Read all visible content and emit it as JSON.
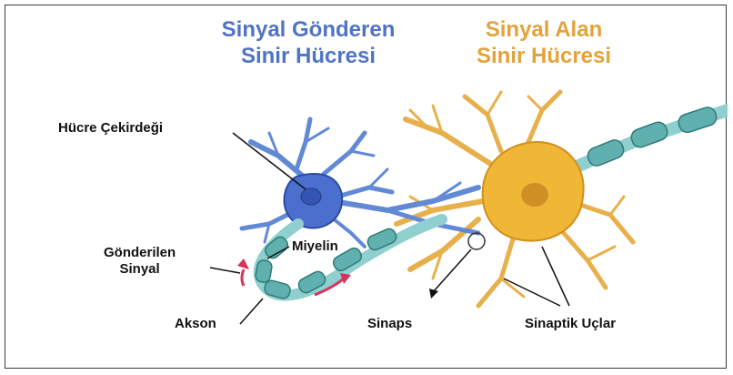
{
  "colors": {
    "sending": "#4f74c6",
    "receiving": "#e2a33a",
    "myelin": "#5fb0ae",
    "signal_arrow": "#d8315b",
    "label_text": "#111111"
  },
  "titles": {
    "sending_line1": "Sinyal Gönderen",
    "sending_line2": "Sinir Hücresi",
    "receiving_line1": "Sinyal Alan",
    "receiving_line2": "Sinir Hücresi"
  },
  "labels": {
    "nucleus": "Hücre Çekirdeği",
    "myelin": "Miyelin",
    "sent_signal_line1": "Gönderilen",
    "sent_signal_line2": "Sinyal",
    "axon": "Akson",
    "synapse": "Sinaps",
    "synaptic_terminals": "Sinaptik Uçlar"
  },
  "icons": [
    "signal-arrow-icon",
    "synapse-circle-icon"
  ]
}
